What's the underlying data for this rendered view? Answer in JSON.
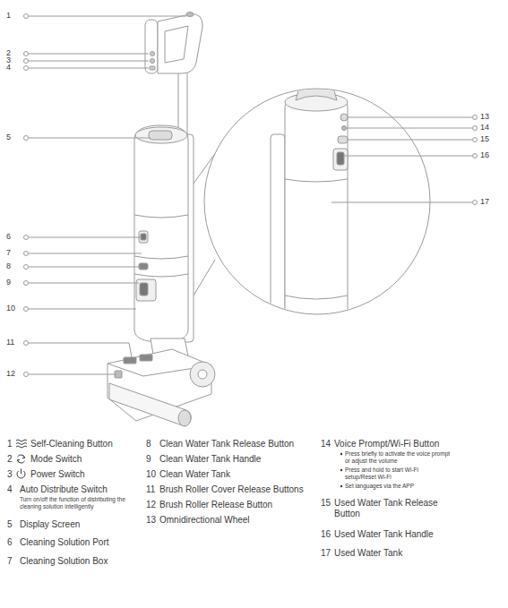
{
  "diagram": {
    "labels": [
      "1",
      "2",
      "3",
      "4",
      "5",
      "6",
      "7",
      "8",
      "9",
      "10",
      "11",
      "12",
      "13",
      "14",
      "15",
      "16",
      "17",
      "1",
      "Self-Cleaning Button",
      "2",
      "Mode Switch",
      "3",
      "Power Switch",
      "4",
      "Auto Distribute Switch",
      "Turn on/off the function of distributing the cleaning solution intelligently",
      "5",
      "Display Screen",
      "6",
      "Cleaning Solution Port",
      "7",
      "Cleaning Solution Box",
      "8",
      "Clean Water Tank Release Button",
      "9",
      "Clean Water Tank Handle",
      "10",
      "Clean Water Tank",
      "11",
      "Brush Roller Cover Release Buttons",
      "12",
      "Brush Roller Release Button",
      "13",
      "Omnidirectional Wheel",
      "14",
      "Voice Prompt/Wi-Fi Button",
      "Press briefly to activate the voice prompt or adjust the volume",
      "Press and hold to start Wi-Fi setup/Reset Wi-Fi",
      "Set languages via the APP",
      "15",
      "Used Water Tank Release Button",
      "16",
      "Used Water Tank Handle",
      "17",
      "Used Water Tank"
    ]
  }
}
